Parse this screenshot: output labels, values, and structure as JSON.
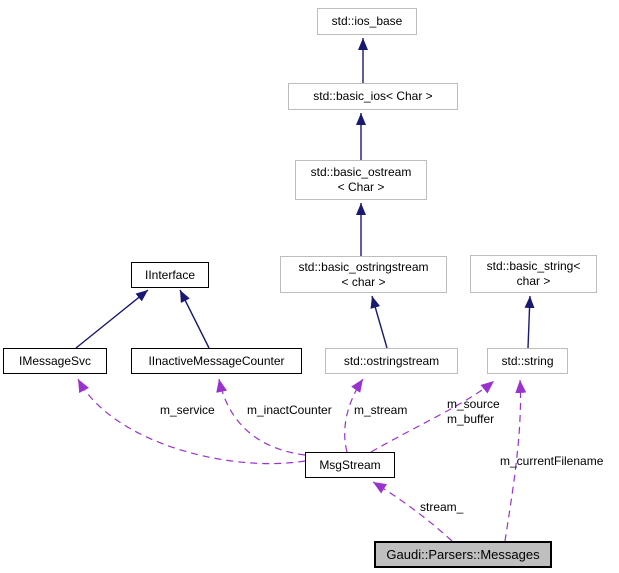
{
  "diagram": {
    "kind": "collaboration-graph",
    "current_class": "Gaudi::Parsers::Messages",
    "colors": {
      "background": "#ffffff",
      "inheritance_arrow": "#191970",
      "usage_arrow": "#9a32cd",
      "node_fill": "#ffffff",
      "node_border_external": "#bdbdbd",
      "node_border_documented": "#000000",
      "current_node_fill": "#bfbfbf",
      "text": "#000000"
    },
    "nodes": {
      "ios_base": {
        "label": "std::ios_base"
      },
      "basic_ios": {
        "label": "std::basic_ios< Char >"
      },
      "basic_ostream": {
        "line1": "std::basic_ostream",
        "line2": "< Char >"
      },
      "basic_ostringstream": {
        "line1": "std::basic_ostringstream",
        "line2": "< char >"
      },
      "basic_string": {
        "line1": "std::basic_string<",
        "line2": "char >"
      },
      "iinterface": {
        "label": "IInterface"
      },
      "imessagesvc": {
        "label": "IMessageSvc"
      },
      "iinactivemessagecounter": {
        "label": "IInactiveMessageCounter"
      },
      "ostringstream": {
        "label": "std::ostringstream"
      },
      "string": {
        "label": "std::string"
      },
      "msgstream": {
        "label": "MsgStream"
      },
      "messages": {
        "label": "Gaudi::Parsers::Messages"
      }
    },
    "edge_labels": {
      "m_service": "m_service",
      "m_inactCounter": "m_inactCounter",
      "m_stream": "m_stream",
      "m_source": "m_source",
      "m_buffer": "m_buffer",
      "m_currentFilename": "m_currentFilename",
      "stream_": "stream_"
    },
    "edges": [
      {
        "from": "std::basic_ios< Char >",
        "to": "std::ios_base",
        "type": "inheritance"
      },
      {
        "from": "std::basic_ostream< Char >",
        "to": "std::basic_ios< Char >",
        "type": "inheritance"
      },
      {
        "from": "std::basic_ostringstream< char >",
        "to": "std::basic_ostream< Char >",
        "type": "inheritance"
      },
      {
        "from": "std::ostringstream",
        "to": "std::basic_ostringstream< char >",
        "type": "inheritance"
      },
      {
        "from": "std::string",
        "to": "std::basic_string< char >",
        "type": "inheritance"
      },
      {
        "from": "IMessageSvc",
        "to": "IInterface",
        "type": "inheritance"
      },
      {
        "from": "IInactiveMessageCounter",
        "to": "IInterface",
        "type": "inheritance"
      },
      {
        "from": "MsgStream",
        "to": "IMessageSvc",
        "type": "usage",
        "label": "m_service"
      },
      {
        "from": "MsgStream",
        "to": "IInactiveMessageCounter",
        "type": "usage",
        "label": "m_inactCounter"
      },
      {
        "from": "MsgStream",
        "to": "std::ostringstream",
        "type": "usage",
        "label": "m_stream"
      },
      {
        "from": "MsgStream",
        "to": "std::string",
        "type": "usage",
        "label": "m_source m_buffer"
      },
      {
        "from": "Gaudi::Parsers::Messages",
        "to": "std::string",
        "type": "usage",
        "label": "m_currentFilename"
      },
      {
        "from": "Gaudi::Parsers::Messages",
        "to": "MsgStream",
        "type": "usage",
        "label": "stream_"
      }
    ]
  }
}
